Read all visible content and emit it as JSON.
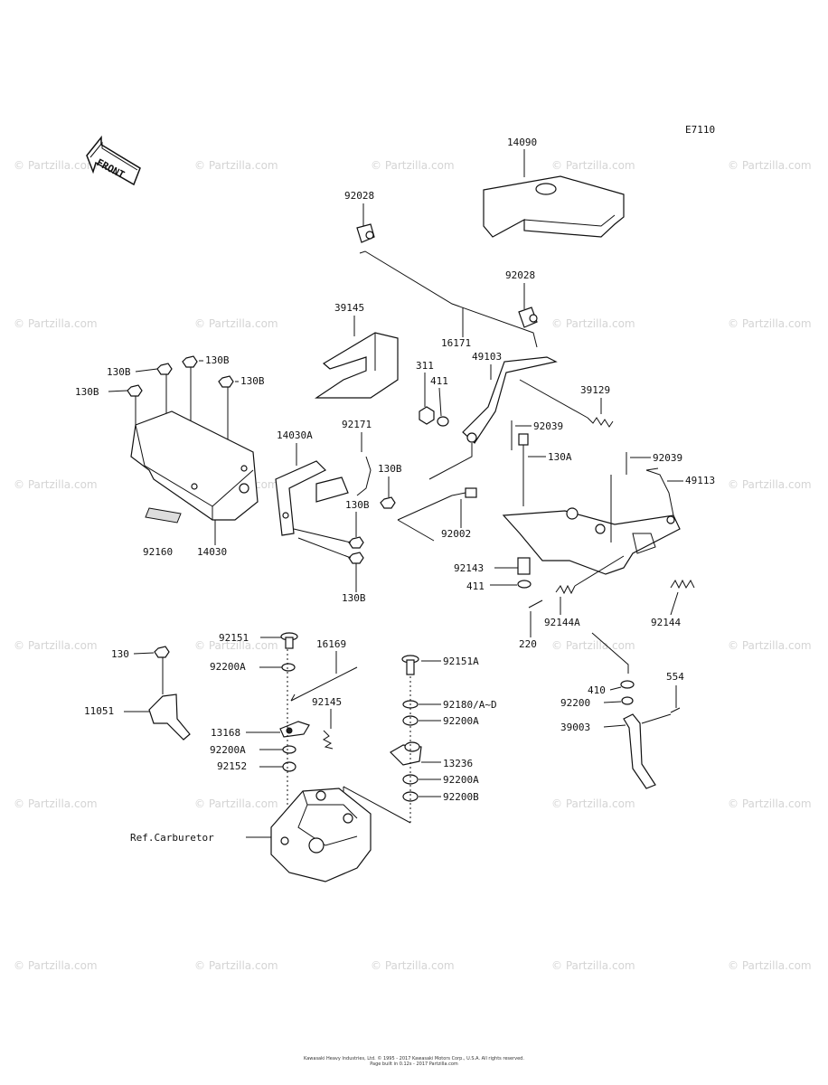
{
  "diagram_code": "E7110",
  "front_label": "FRONT",
  "watermark_text": "© Partzilla.com",
  "footer": {
    "line1": "Kawasaki Heavy Industries, Ltd. © 1995 - 2017  Kawasaki Motors Corp., U.S.A.  All rights reserved.",
    "line2": "Page built in 0.12s  - 2017 Partzilla.com"
  },
  "labels": {
    "p14090": "14090",
    "p92028a": "92028",
    "p92028b": "92028",
    "p39145": "39145",
    "p16171": "16171",
    "p311": "311",
    "p411a": "411",
    "p49103": "49103",
    "p39129": "39129",
    "p92039a": "92039",
    "p130A": "130A",
    "p92039b": "92039",
    "p49113": "49113",
    "p130Ba": "130B",
    "p130Bb": "130B",
    "p130Bc": "130B",
    "p130Bd": "130B",
    "p130Be": "130B",
    "p130Bf": "130B",
    "p130Bg": "130B",
    "p14030A": "14030A",
    "p92171": "92171",
    "p92002": "92002",
    "p92160": "92160",
    "p14030": "14030",
    "p92143": "92143",
    "p411b": "411",
    "p92144A": "92144A",
    "p92144": "92144",
    "p220": "220",
    "p130": "130",
    "p11051": "11051",
    "p92151": "92151",
    "p92200Aa": "92200A",
    "p16169": "16169",
    "p92145": "92145",
    "p13168": "13168",
    "p92200Ab": "92200A",
    "p92152": "92152",
    "p92151A": "92151A",
    "p92180": "92180/A~D",
    "p92200Ac": "92200A",
    "p13236": "13236",
    "p92200Ad": "92200A",
    "p92200B": "92200B",
    "p410": "410",
    "p92200": "92200",
    "p554": "554",
    "p39003": "39003",
    "refCarb": "Ref.Carburetor"
  }
}
